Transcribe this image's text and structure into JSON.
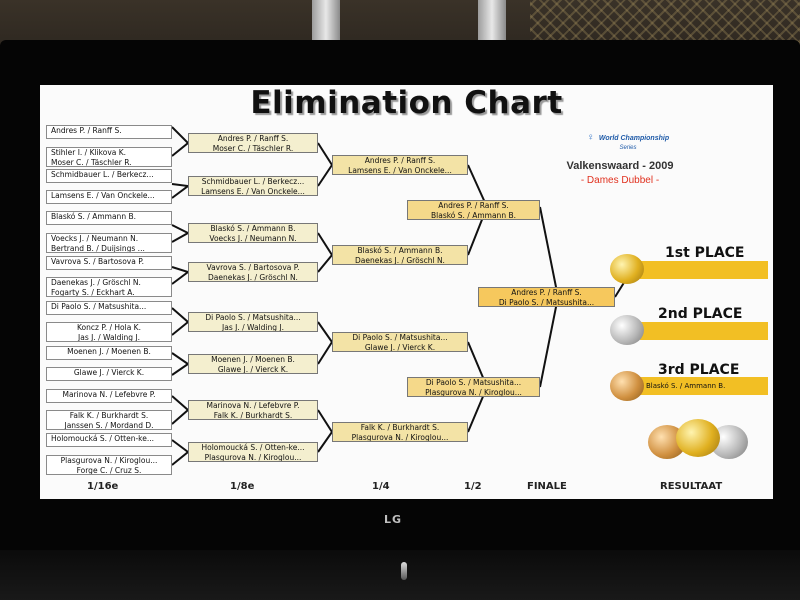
{
  "chart": {
    "title": "Elimination Chart",
    "tour_line1": "World Championship",
    "tour_line2": "Series",
    "location_year": "Valkenswaard - 2009",
    "division": "- Dames Dubbel -"
  },
  "round_labels": {
    "r1": "1/16e",
    "r2": "1/8e",
    "r3": "1/4",
    "r4": "1/2",
    "r5": "FINALE",
    "results": "RESULTAAT"
  },
  "r16": [
    {
      "l1": "Andres P. / Ranff S.",
      "l2": ""
    },
    {
      "l1": "Stihler I. / Klikova K.",
      "l2": "Moser C. / Täschler R."
    },
    {
      "l1": "Schmidbauer L. / Berkecz...",
      "l2": ""
    },
    {
      "l1": "Lamsens E. / Van Onckele...",
      "l2": ""
    },
    {
      "l1": "Blaskó S. / Ammann B.",
      "l2": ""
    },
    {
      "l1": "Voecks J. / Neumann N.",
      "l2": "Bertrand B. / Duijsings ..."
    },
    {
      "l1": "Vavrova S. / Bartosova P.",
      "l2": ""
    },
    {
      "l1": "Daenekas J. / Gröschl N.",
      "l2": "Fogarty S. / Eckhart A."
    },
    {
      "l1": "Di Paolo S. / Matsushita...",
      "l2": ""
    },
    {
      "l1": "Koncz P. / Hola K.",
      "l2": "Jas J. / Walding J."
    },
    {
      "l1": "Moenen J. / Moenen B.",
      "l2": ""
    },
    {
      "l1": "Glawe J. / Vierck K.",
      "l2": ""
    },
    {
      "l1": "Marinova N. / Lefebvre P.",
      "l2": ""
    },
    {
      "l1": "Falk K. / Burkhardt S.",
      "l2": "Janssen S. / Mordand D."
    },
    {
      "l1": "Holomoucká S. / Otten-ke...",
      "l2": ""
    },
    {
      "l1": "Plasgurova N. / Kiroglou...",
      "l2": "Forge C. / Cruz S."
    }
  ],
  "r8": [
    {
      "l1": "Andres P. / Ranff S.",
      "l2": "Moser C. / Täschler R."
    },
    {
      "l1": "Schmidbauer L. / Berkecz...",
      "l2": "Lamsens E. / Van Onckele..."
    },
    {
      "l1": "Blaskó S. / Ammann B.",
      "l2": "Voecks J. / Neumann N."
    },
    {
      "l1": "Vavrova S. / Bartosova P.",
      "l2": "Daenekas J. / Gröschl N."
    },
    {
      "l1": "Di Paolo S. / Matsushita...",
      "l2": "Jas J. / Walding J."
    },
    {
      "l1": "Moenen J. / Moenen B.",
      "l2": "Glawe J. / Vierck K."
    },
    {
      "l1": "Marinova N. / Lefebvre P.",
      "l2": "Falk K. / Burkhardt S."
    },
    {
      "l1": "Holomoucká S. / Otten-ke...",
      "l2": "Plasgurova N. / Kiroglou..."
    }
  ],
  "r4": [
    {
      "l1": "Andres P. / Ranff S.",
      "l2": "Lamsens E. / Van Onckele..."
    },
    {
      "l1": "Blaskó S. / Ammann B.",
      "l2": "Daenekas J. / Gröschl N."
    },
    {
      "l1": "Di Paolo S. / Matsushita...",
      "l2": "Glawe J. / Vierck K."
    },
    {
      "l1": "Falk K. / Burkhardt S.",
      "l2": "Plasgurova N. / Kiroglou..."
    }
  ],
  "r2": [
    {
      "l1": "Andres P. / Ranff S.",
      "l2": "Blaskó S. / Ammann B."
    },
    {
      "l1": "Di Paolo S. / Matsushita...",
      "l2": "Plasgurova N. / Kiroglou..."
    }
  ],
  "final": {
    "l1": "Andres P. / Ranff S.",
    "l2": "Di Paolo S. / Matsushita..."
  },
  "results": {
    "first_label": "1st PLACE",
    "first_value": "",
    "second_label": "2nd PLACE",
    "second_value": "",
    "third_label": "3rd PLACE",
    "third_value": "Blaskó S. / Ammann B."
  },
  "tv": {
    "brand": "LG"
  },
  "colors": {
    "gold_bar": "#f2bf24",
    "division_red": "#e0301e",
    "logo_blue": "#1e5aa8"
  },
  "icons": {
    "tour_logo": "tour-figure-icon",
    "medals": "medal-icon"
  }
}
